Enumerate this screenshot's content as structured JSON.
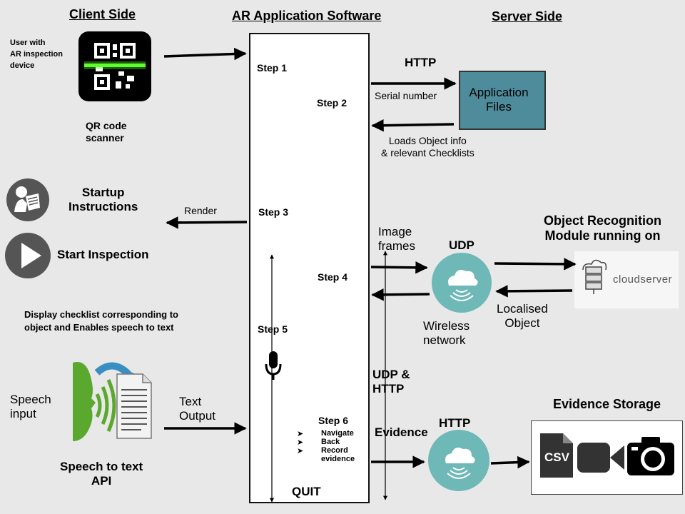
{
  "headers": {
    "client": "Client Side",
    "app": "AR Application Software",
    "server": "Server Side"
  },
  "client": {
    "user": "User with\nAR inspection\ndevice",
    "qr_label": "QR code\nscanner",
    "startup": "Startup\nInstructions",
    "start_inspection": "Start Inspection",
    "display_checklist": "Display checklist corresponding to\nobject and Enables speech to text",
    "speech_input": "Speech\ninput",
    "speech_api": "Speech to text\nAPI"
  },
  "app": {
    "step1": "Step 1",
    "step2": "Step 2",
    "step3": "Step 3",
    "step4": "Step 4",
    "step5": "Step 5",
    "step6": "Step 6",
    "step6_items": [
      "Navigate",
      "Back",
      "Record\nevidence"
    ],
    "quit": "QUIT"
  },
  "connectors": {
    "http_top": "HTTP",
    "serial": "Serial number",
    "loads": "Loads Object info\n& relevant Checklists",
    "render": "Render",
    "image_frames": "Image\nframes",
    "udp": "UDP",
    "localised": "Localised\nObject",
    "wireless": "Wireless\nnetwork",
    "udp_http": "UDP &\nHTTP",
    "text_output": "Text\nOutput",
    "evidence": "Evidence",
    "http_bottom": "HTTP"
  },
  "server": {
    "app_files": "Application\nFiles",
    "object_recognition": "Object Recognition\nModule running on",
    "cloudserver_logo": "cloudserver",
    "evidence_storage": "Evidence Storage",
    "csv_label": "CSV"
  },
  "colors": {
    "background": "#e8e8e8",
    "server_box": "#4f8c9b",
    "cloud": "#6fb8b8",
    "dark_icon": "#555555"
  }
}
